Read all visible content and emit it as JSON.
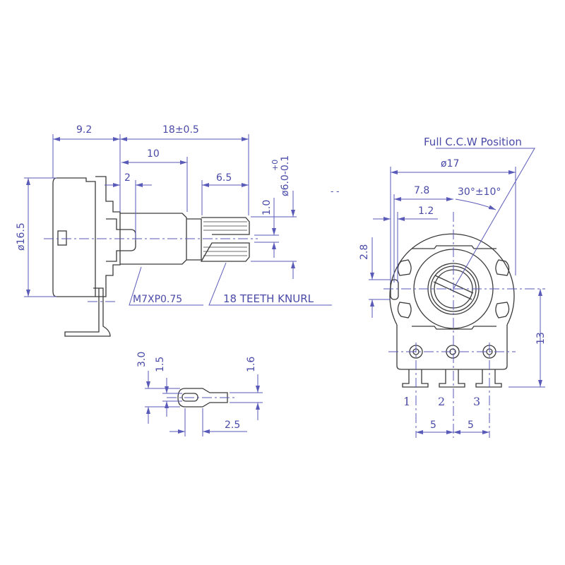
{
  "side_view": {
    "dim_body_length": "9.2",
    "dim_shaft_length": "18±0.5",
    "dim_bushing_length": "10",
    "dim_offset": "2",
    "dim_knurl_length": "6.5",
    "dim_body_diameter": "ø16.5",
    "dim_slot": "1.0",
    "dim_shaft_diameter": "ø6.0-0.1",
    "dim_shaft_tolerance_upper": "+0",
    "thread_label": "M7XP0.75",
    "knurl_label": "18 TEETH KNURL"
  },
  "terminal_detail": {
    "dim_height": "3.0",
    "dim_hole": "1.5",
    "dim_thickness": "1.6",
    "dim_length": "2.5"
  },
  "front_view": {
    "position_label": "Full C.C.W Position",
    "dim_diameter": "ø17",
    "dim_half_width": "7.8",
    "dim_tab": "1.2",
    "angle_label": "30°±10°",
    "dim_tab_height": "2.8",
    "dim_height": "13",
    "pin_labels": [
      "1",
      "2",
      "3"
    ],
    "pin_pitch": [
      "5",
      "5"
    ]
  },
  "colors": {
    "dimension": "#4a4aa8",
    "outline": "#3a3a3a"
  }
}
